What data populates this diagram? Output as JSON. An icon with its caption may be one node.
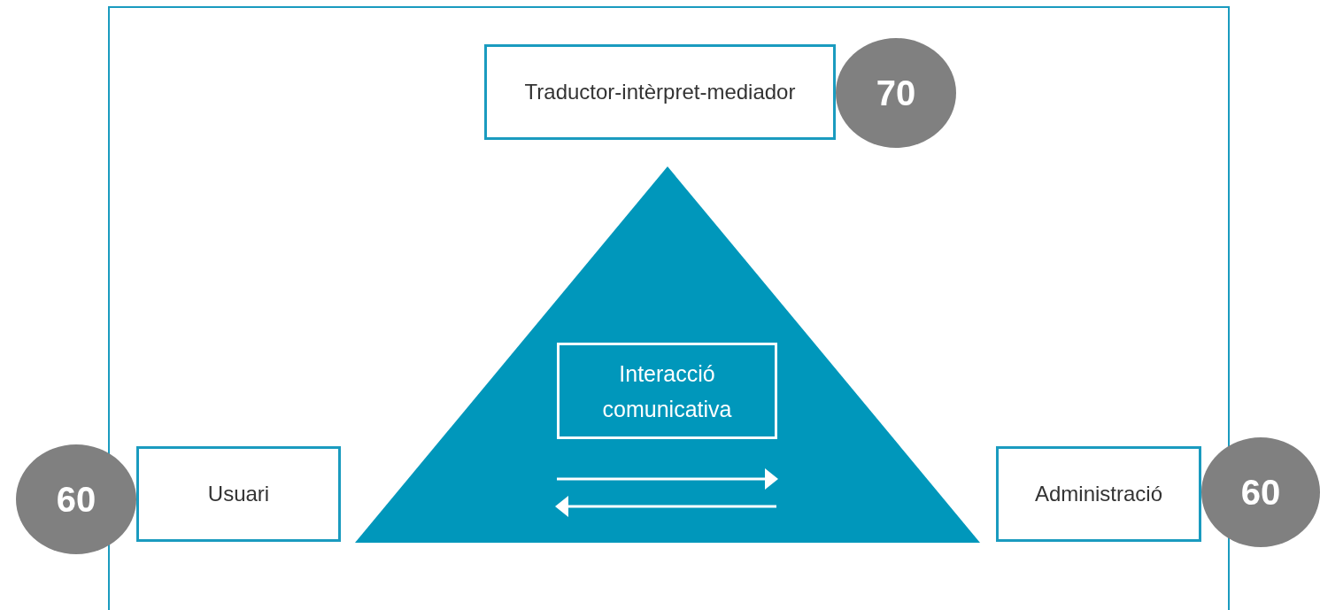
{
  "diagram": {
    "nodes": [
      {
        "text": [
          "Traductor-intèrpret-mediador"
        ]
      },
      {
        "text": [
          "70"
        ]
      },
      {
        "text": [],
        "shape": "triangle"
      },
      {
        "text": [
          "Interacció comunicativa"
        ],
        "in": 2
      },
      {
        "text": [
          "Usuari"
        ]
      },
      {
        "text": [
          "60"
        ]
      },
      {
        "text": [
          "Administració"
        ]
      },
      {
        "text": [
          "60"
        ]
      }
    ]
  }
}
